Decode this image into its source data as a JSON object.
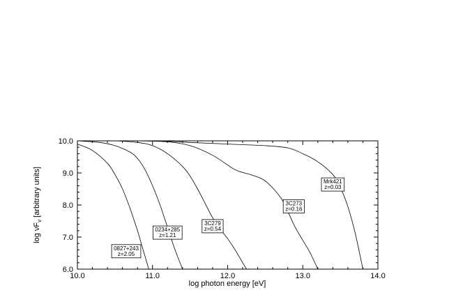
{
  "chart_data": {
    "type": "line",
    "title": "",
    "xlabel": "log photon energy [eV]",
    "ylabel": "log νF",
    "ylabel_sub": "ν",
    "ylabel_suffix": " [arbitrary units]",
    "xlim": [
      10.0,
      14.0
    ],
    "ylim": [
      6.0,
      10.0
    ],
    "xticks": [
      "10.0",
      "11.0",
      "12.0",
      "13.0",
      "14.0"
    ],
    "yticks": [
      "6.0",
      "7.0",
      "8.0",
      "9.0",
      "10.0"
    ],
    "grid": false,
    "series": [
      {
        "name": "0827+243 z=2.05",
        "x": [
          10.0,
          10.2,
          10.4,
          10.5,
          10.6,
          10.7,
          10.8,
          10.85,
          10.9,
          10.95
        ],
        "y": [
          9.9,
          9.7,
          9.3,
          8.95,
          8.5,
          7.9,
          7.2,
          6.8,
          6.4,
          6.0
        ]
      },
      {
        "name": "0234+285 z=1.21",
        "x": [
          10.0,
          10.3,
          10.5,
          10.7,
          10.8,
          10.9,
          11.0,
          11.1,
          11.2,
          11.3,
          11.4
        ],
        "y": [
          10.0,
          9.95,
          9.85,
          9.65,
          9.45,
          9.1,
          8.6,
          8.0,
          7.3,
          6.6,
          6.0
        ]
      },
      {
        "name": "3C279 z=0.54",
        "x": [
          10.0,
          10.5,
          10.8,
          11.0,
          11.2,
          11.4,
          11.5,
          11.6,
          11.7,
          11.8,
          11.9,
          12.0,
          12.1,
          12.2,
          12.25
        ],
        "y": [
          10.0,
          10.0,
          9.95,
          9.85,
          9.6,
          9.2,
          8.9,
          8.5,
          8.05,
          7.6,
          7.25,
          6.95,
          6.6,
          6.2,
          6.0
        ]
      },
      {
        "name": "3C273 z=0.16",
        "x": [
          10.0,
          10.8,
          11.2,
          11.5,
          11.8,
          12.1,
          12.3,
          12.5,
          12.7,
          12.8,
          12.9,
          13.0,
          13.1,
          13.2
        ],
        "y": [
          10.0,
          10.0,
          9.97,
          9.85,
          9.55,
          9.1,
          8.95,
          8.75,
          8.25,
          7.8,
          7.3,
          6.9,
          6.5,
          6.0
        ]
      },
      {
        "name": "Mrk421 z=0.03",
        "x": [
          10.0,
          11.0,
          11.5,
          12.0,
          12.5,
          12.8,
          13.0,
          13.2,
          13.4,
          13.5,
          13.6,
          13.7,
          13.8
        ],
        "y": [
          10.0,
          10.0,
          9.95,
          9.9,
          9.85,
          9.78,
          9.6,
          9.35,
          8.95,
          8.55,
          7.95,
          7.1,
          6.0
        ]
      }
    ],
    "annotations": [
      {
        "line1": "0827+243",
        "line2": "z=2.05",
        "x": 10.65,
        "y": 6.57
      },
      {
        "line1": "0234+285",
        "line2": "z=1.21",
        "x": 11.2,
        "y": 7.15
      },
      {
        "line1": "3C279",
        "line2": "z=0.54",
        "x": 11.8,
        "y": 7.35
      },
      {
        "line1": "3C273",
        "line2": "z=0.16",
        "x": 12.88,
        "y": 7.97
      },
      {
        "line1": "Mrk421",
        "line2": "z=0.03",
        "x": 13.4,
        "y": 8.65
      }
    ]
  }
}
